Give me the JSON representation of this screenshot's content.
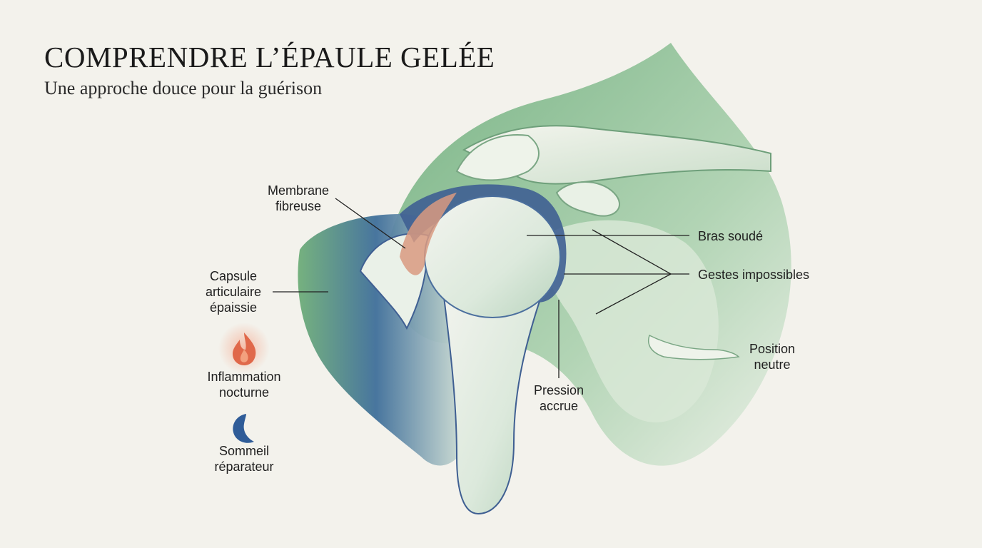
{
  "header": {
    "title": "COMPRENDRE L’ÉPAULE GELÉE",
    "subtitle": "Une approche douce pour la guérison"
  },
  "labels": {
    "membrane": [
      "Membrane",
      "fibreuse"
    ],
    "capsule": [
      "Capsule",
      "articulaire",
      "épaissie"
    ],
    "inflammation": [
      "Inflammation",
      "nocturne"
    ],
    "sommeil": [
      "Sommeil",
      "réparateur"
    ],
    "bras_soude": "Bras soudé",
    "gestes": "Gestes impossibles",
    "position": [
      "Position",
      "neutre"
    ],
    "pression": [
      "Pression",
      "accrue"
    ]
  },
  "icons": {
    "inflammation": "flame-icon",
    "sommeil": "crescent-moon-icon"
  },
  "colors": {
    "background": "#f3f2ec",
    "green": "#5aa56a",
    "blue": "#3f5f92",
    "flame": "#e0684a",
    "moon": "#2f5c98"
  }
}
